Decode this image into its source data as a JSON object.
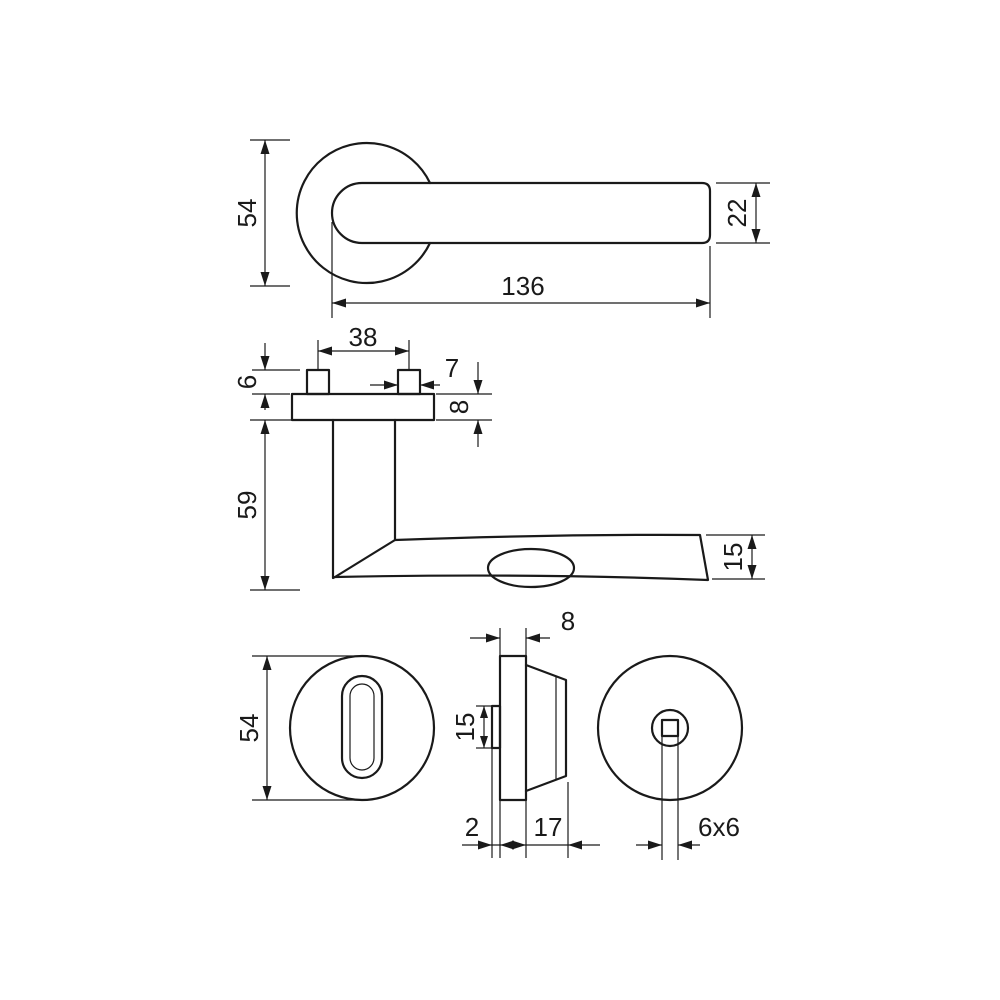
{
  "dimensions": {
    "rose_diameter": "54",
    "lever_height": "22",
    "lever_length": "136",
    "spindle_spacing": "38",
    "pin_height": "6",
    "pin_width": "7",
    "base_thickness": "8",
    "lever_projection": "59",
    "grip_thickness": "15",
    "escutcheon_diameter": "54",
    "side_depth_top": "8",
    "side_height": "15",
    "side_offset": "2",
    "side_depth": "17",
    "turn_square": "6x6"
  },
  "colors": {
    "line": "#1a1a1a",
    "background": "#ffffff"
  }
}
